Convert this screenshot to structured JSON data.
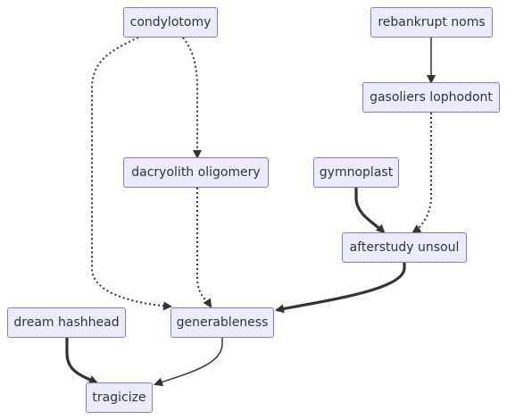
{
  "nodes": {
    "condylotomy": "condylotomy",
    "rebankrupt_noms": "rebankrupt noms",
    "gasoliers_lophodont": "gasoliers lophodont",
    "dacryolith_oligomery": "dacryolith oligomery",
    "gymnoplast": "gymnoplast",
    "afterstudy_unsoul": "afterstudy unsoul",
    "dream_hashhead": "dream hashhead",
    "generableness": "generableness",
    "tragicize": "tragicize"
  },
  "edges": [
    {
      "from": "rebankrupt_noms",
      "to": "gasoliers_lophodont",
      "style": "normal"
    },
    {
      "from": "condylotomy",
      "to": "dacryolith_oligomery",
      "style": "dotted"
    },
    {
      "from": "condylotomy",
      "to": "generableness",
      "style": "dotted"
    },
    {
      "from": "gasoliers_lophodont",
      "to": "afterstudy_unsoul",
      "style": "dotted"
    },
    {
      "from": "gymnoplast",
      "to": "afterstudy_unsoul",
      "style": "thick"
    },
    {
      "from": "dacryolith_oligomery",
      "to": "generableness",
      "style": "dotted"
    },
    {
      "from": "afterstudy_unsoul",
      "to": "generableness",
      "style": "thick"
    },
    {
      "from": "dream_hashhead",
      "to": "tragicize",
      "style": "thick"
    },
    {
      "from": "generableness",
      "to": "tragicize",
      "style": "normal"
    }
  ],
  "colors": {
    "node_fill": "#ececff",
    "node_border": "#9370db",
    "text": "#333333",
    "edge": "#333333"
  }
}
